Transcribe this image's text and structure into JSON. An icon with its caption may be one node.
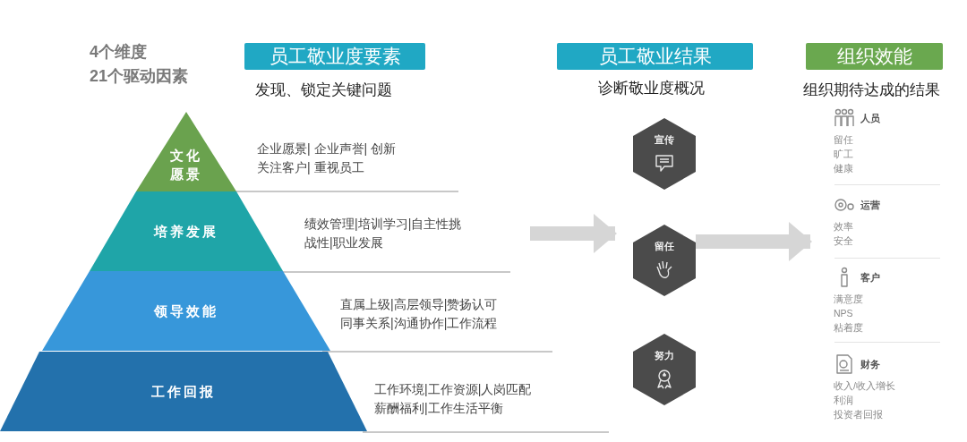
{
  "diagram": {
    "nodes": [
      {
        "text": [
          "员工敬业度要素"
        ],
        "beside": [
          "发现、锁定关键问题"
        ]
      },
      {
        "text": [
          "员工敬业结果"
        ],
        "beside": [
          "诊断敬业度概况"
        ]
      },
      {
        "text": [
          "组织效能"
        ],
        "beside": [
          "组织期待达成的结果"
        ]
      },
      {
        "text": [
          "文化愿景"
        ],
        "beside": [
          "企业愿景| 企业声誉| 创新关注客户| 重视员工"
        ]
      },
      {
        "text": [
          "培养发展"
        ],
        "beside": [
          "绩效管理|培训学习|自主性挑战性|职业发展"
        ]
      },
      {
        "text": [
          "领导效能"
        ],
        "beside": [
          "直属上级|高层领导|赞扬认可同事关系|沟通协作|工作流程"
        ]
      },
      {
        "text": [
          "工作回报"
        ],
        "beside": [
          "工作环境|工作资源|人岗匹配薪酬福利|工作生活平衡"
        ]
      },
      {
        "text": [
          "宣传"
        ]
      },
      {
        "text": [
          "留任"
        ]
      },
      {
        "text": [
          "努力"
        ]
      },
      {
        "text": [
          "人员",
          "留任",
          "旷工",
          "健康"
        ]
      },
      {
        "text": [
          "运营",
          "效率",
          "安全"
        ]
      },
      {
        "text": [
          "客户",
          "满意度",
          "NPS",
          "粘着度"
        ]
      },
      {
        "text": [
          "财务",
          "收入/收入增长",
          "利润",
          "投资者回报"
        ]
      }
    ],
    "edges": [
      {
        "from": null,
        "to": 8,
        "arrow": "to"
      },
      {
        "from": 8,
        "to": 11,
        "arrow": "to"
      }
    ],
    "labels": [
      "4个维度",
      "21个驱动因素"
    ]
  }
}
